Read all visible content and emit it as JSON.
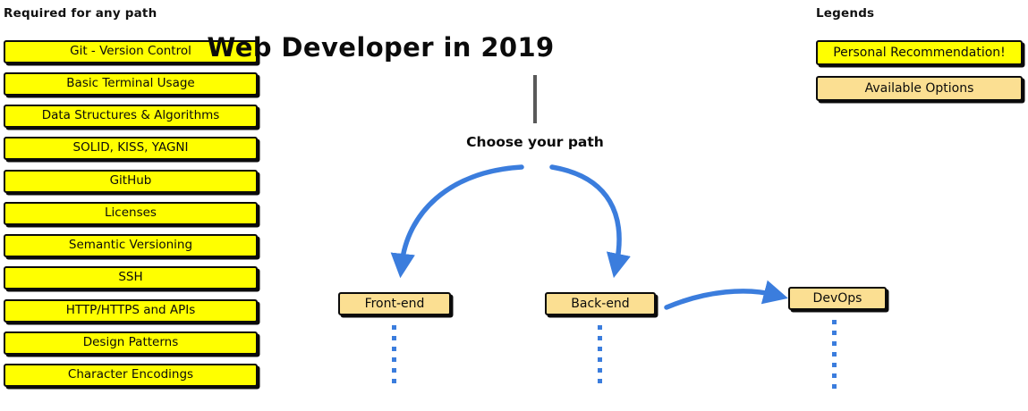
{
  "page": {
    "title": "Web Developer in 2019",
    "background": "#ffffff"
  },
  "colors": {
    "recommendation_yellow": "#ffff00",
    "available_tan": "#fbdf92",
    "arrow_blue": "#3b7ddd",
    "trunk_gray": "#595959",
    "outline_black": "#0b0b0b"
  },
  "required": {
    "header": "Required for any path",
    "items": [
      {
        "label": "Git - Version Control"
      },
      {
        "label": "Basic Terminal Usage"
      },
      {
        "label": "Data Structures & Algorithms"
      },
      {
        "label": "SOLID, KISS, YAGNI"
      },
      {
        "label": "GitHub"
      },
      {
        "label": "Licenses"
      },
      {
        "label": "Semantic Versioning"
      },
      {
        "label": "SSH"
      },
      {
        "label": "HTTP/HTTPS and APIs"
      },
      {
        "label": "Design Patterns"
      },
      {
        "label": "Character Encodings"
      }
    ]
  },
  "flow": {
    "choose_label": "Choose your path",
    "paths": [
      {
        "label": "Front-end",
        "dots": 6
      },
      {
        "label": "Back-end",
        "dots": 6
      },
      {
        "label": "DevOps",
        "dots": 7
      }
    ]
  },
  "legends": {
    "header": "Legends",
    "items": [
      {
        "label": "Personal Recommendation!",
        "style": "yellow"
      },
      {
        "label": "Available Options",
        "style": "tan"
      }
    ]
  }
}
